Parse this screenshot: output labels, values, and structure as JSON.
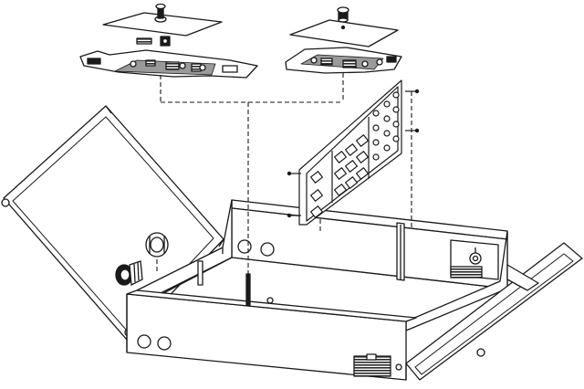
{
  "diagram": {
    "kind": "exploded-assembly-drawing",
    "colors": {
      "line": "#1a1a1a",
      "fill": "#ffffff",
      "hatch": "#2a2a2a",
      "shade": "#9a9a9a"
    },
    "parts": [
      "cover-plate-left",
      "cover-plate-right",
      "splice-tray-left",
      "splice-tray-right",
      "adapter-panel",
      "enclosure-base",
      "hinged-lid",
      "hinged-flap",
      "cable-gland",
      "grommet",
      "grounding-stud",
      "mounting-bracket",
      "terminal-block",
      "ventilation-slot"
    ]
  }
}
